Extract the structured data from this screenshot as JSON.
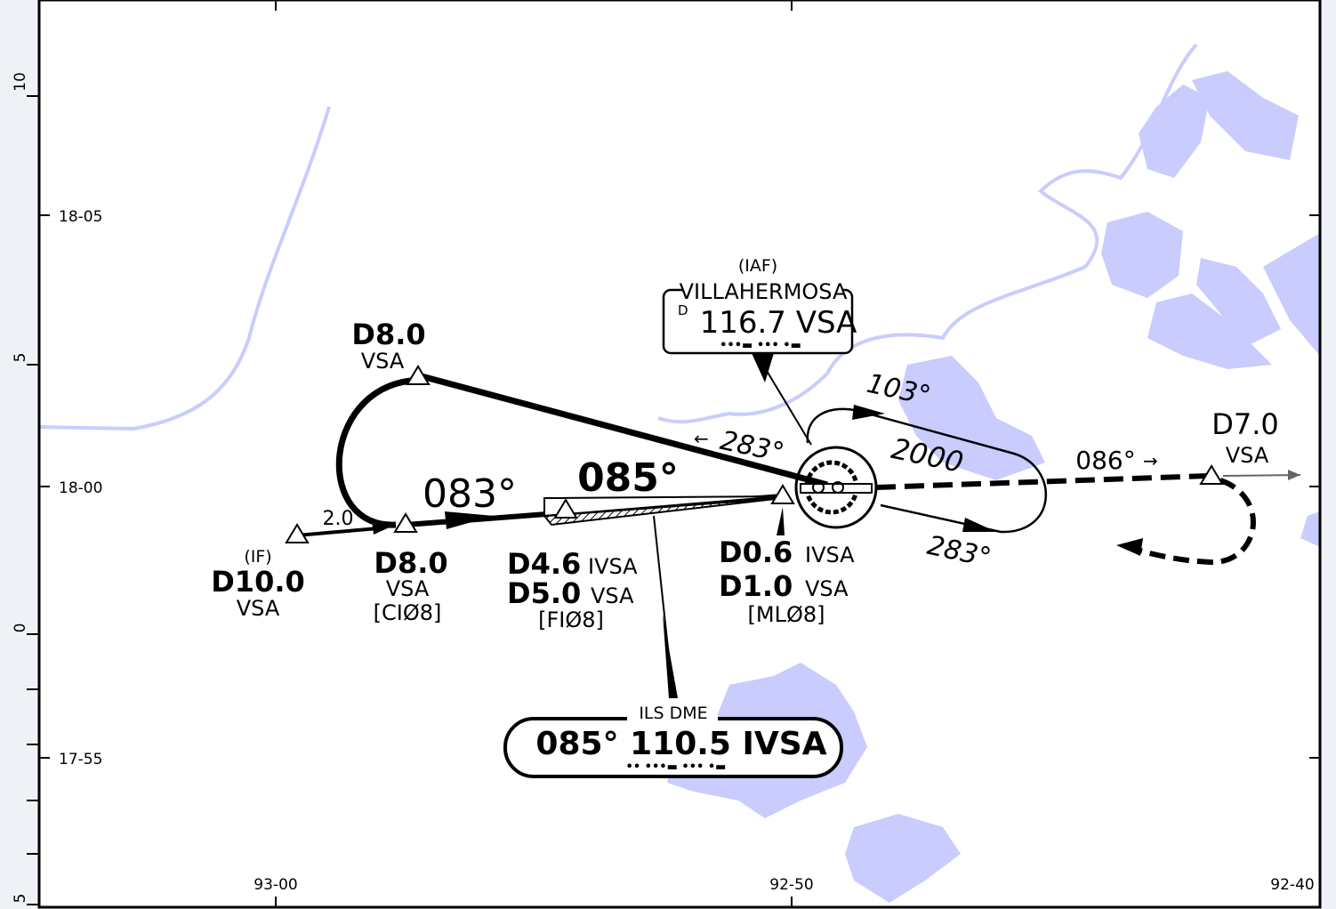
{
  "colors": {
    "water": "#c9ccfd",
    "background": "#ffffff",
    "margin": "#eef2f6",
    "ink": "#000000"
  },
  "axes": {
    "scale_labels": [
      "10",
      "5",
      "0",
      "5"
    ],
    "lat_labels": [
      "18-05",
      "18-00",
      "17-55"
    ],
    "lon_labels": [
      "93-00",
      "92-50",
      "92-40"
    ]
  },
  "vor": {
    "role": "(IAF)",
    "name": "VILLAHERMOSA",
    "dme_mark": "D",
    "freq_ident": "116.7  VSA",
    "morse": "•••▬  •••  •▬"
  },
  "ils": {
    "title": "ILS DME",
    "text": "085°  110.5  IVSA",
    "morse": "••    •••▬    •••    •▬"
  },
  "fixes": {
    "if": {
      "role": "(IF)",
      "dist": "D10.0",
      "ref": "VSA"
    },
    "ci08": {
      "dist": "D8.0",
      "ref": "VSA",
      "name": "[CIØ8]"
    },
    "pt_fix": {
      "dist": "D8.0",
      "ref": "VSA"
    },
    "fi08": {
      "dist1": "D4.6",
      "ref1": "IVSA",
      "dist2": "D5.0",
      "ref2": "VSA",
      "name": "[FIØ8]"
    },
    "ml08": {
      "dist1": "D0.6",
      "ref1": "IVSA",
      "dist2": "D1.0",
      "ref2": "VSA",
      "name": "[MLØ8]"
    },
    "d7": {
      "dist": "D7.0",
      "ref": "VSA"
    }
  },
  "courses": {
    "if_leg_dist": "2.0",
    "intercept": "083°",
    "final": "085°",
    "outbound": "283°",
    "hold_outbound": "103°",
    "hold_inbound": "283°",
    "hold_altitude": "2000",
    "missed": "086°"
  }
}
